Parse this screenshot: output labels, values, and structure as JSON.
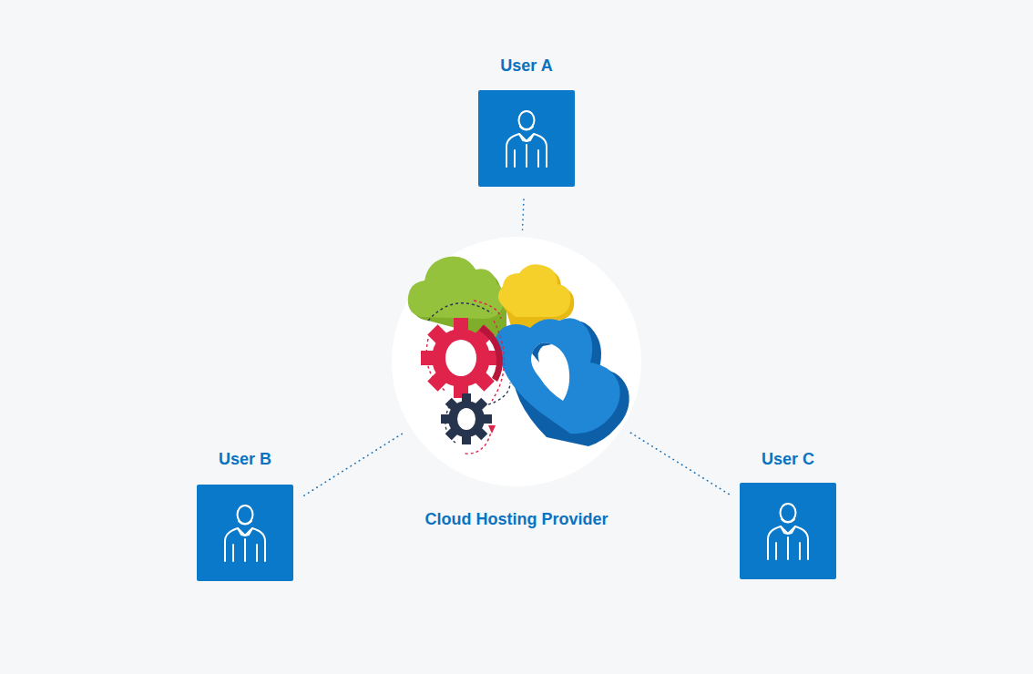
{
  "diagram": {
    "nodes": [
      {
        "text": [
          "User A"
        ]
      },
      {
        "text": [
          "Cloud Hosting Provider"
        ]
      },
      {
        "text": [
          "User B"
        ]
      },
      {
        "text": [
          "User C"
        ]
      }
    ],
    "edges": [
      {
        "from": 0,
        "to": 1,
        "arrow": "none"
      },
      {
        "from": 2,
        "to": 1,
        "arrow": "none"
      },
      {
        "from": 3,
        "to": 1,
        "arrow": "none"
      }
    ]
  }
}
